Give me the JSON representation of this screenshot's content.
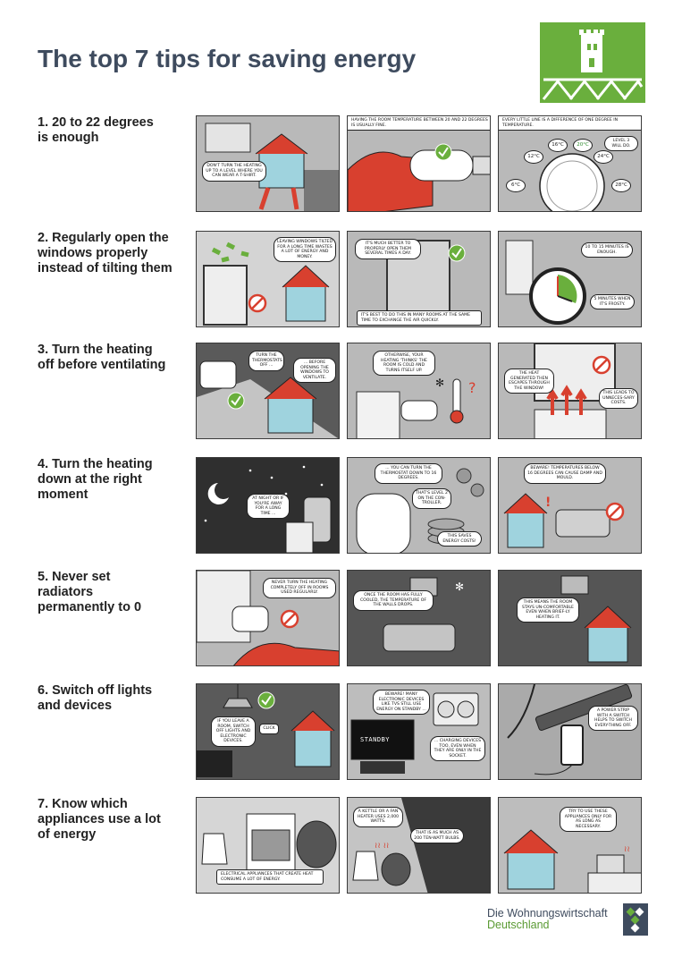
{
  "title": "The top 7 tips for saving energy",
  "colors": {
    "title": "#3e4b5e",
    "logo_green": "#6aaf3d",
    "accent_red": "#d8402f",
    "ok_green": "#6aaf3d"
  },
  "tips": [
    {
      "label": "1. 20 to 22 degrees\nis enough",
      "p0": {
        "bubble": "Don't turn the heating up to a level where you can wear a T-shirt."
      },
      "p1": {
        "caption": "Having the room temperature between 20 and 22 degrees is usually fine."
      },
      "p2": {
        "caption": "Every little line is a difference of one degree in temperature.",
        "bubble": "Level 3 will do.",
        "temps": [
          "6°C",
          "12°C",
          "16°C",
          "20°C",
          "24°C",
          "28°C"
        ]
      }
    },
    {
      "label": "2. Regularly open the\nwindows properly\ninstead of tilting them",
      "p0": {
        "bubble": "Leaving windows tilted for a long time wastes a lot of energy and money."
      },
      "p1": {
        "bubble": "It's much better to properly open them several times a day.",
        "caption": "It's best to do this in many rooms at the same time to exchange the air quickly."
      },
      "p2": {
        "bubble": "10 to 15 minutes is enough.",
        "bubble2": "5 minutes when it's frosty."
      }
    },
    {
      "label": "3. Turn the heating\noff before ventilating",
      "p0": {
        "bubble": "Turn the thermostats off ...",
        "bubble2": "... before opening the windows to ventilate."
      },
      "p1": {
        "bubble": "Otherwise, your heating 'thinks' the room is cold and turns itself up."
      },
      "p2": {
        "bubble": "The heat generated then escapes through the window!",
        "bubble2": "This leads to unneces-sary costs."
      }
    },
    {
      "label": "4. Turn the heating\ndown at the right\nmoment",
      "p0": {
        "bubble": "At night or if you're away for a long time ..."
      },
      "p1": {
        "bubble": "... you can turn the thermostat down to 16 degrees.",
        "bubble2": "That's level 2 on the con-troller.",
        "bubble3": "This saves energy costs!"
      }
    },
    {
      "label": "5. Never set\nradiators\npermanently to 0",
      "p0": {
        "bubble": "Never turn the heating completely off in rooms used regularly."
      },
      "p1": {
        "bubble": "Once the room has fully cooled, the temperature of the walls drops."
      },
      "p2": {
        "bubble": "This means the room stays un-comfortable even when brief-ly heating it."
      }
    },
    {
      "label": "6. Switch off lights\nand devices",
      "p0": {
        "bubble": "If you leave a room, switch off lights and electronic devices.",
        "sfx": "Click"
      },
      "p1": {
        "bubble": "Beware! Many electronic devices like TVs still use energy on standby ...",
        "bubble2": "... charging devices too, even when they are only in the socket.",
        "screen": "STANDBY"
      },
      "p2": {
        "bubble": "A power strip with a switch helps to switch every-thing off."
      }
    },
    {
      "label": "7. Know which\nappliances use a lot\nof energy",
      "p0": {
        "caption": "Electrical appliances that create heat consume a lot of energy."
      },
      "p1": {
        "bubble": "A kettle or a fan heater uses 2,000 watts.",
        "bubble2": "That is as much as 200 ten-watt bulbs."
      },
      "p2": {
        "bubble": "Try to use these appliances only for as long as necessary."
      }
    }
  ],
  "extra": {
    "tip4_p2_bubble": "Beware! Temperatures below 16 degrees can cause damp and mould."
  },
  "footer": {
    "line1": "Die Wohnungswirtschaft",
    "line2": "Deutschland"
  }
}
